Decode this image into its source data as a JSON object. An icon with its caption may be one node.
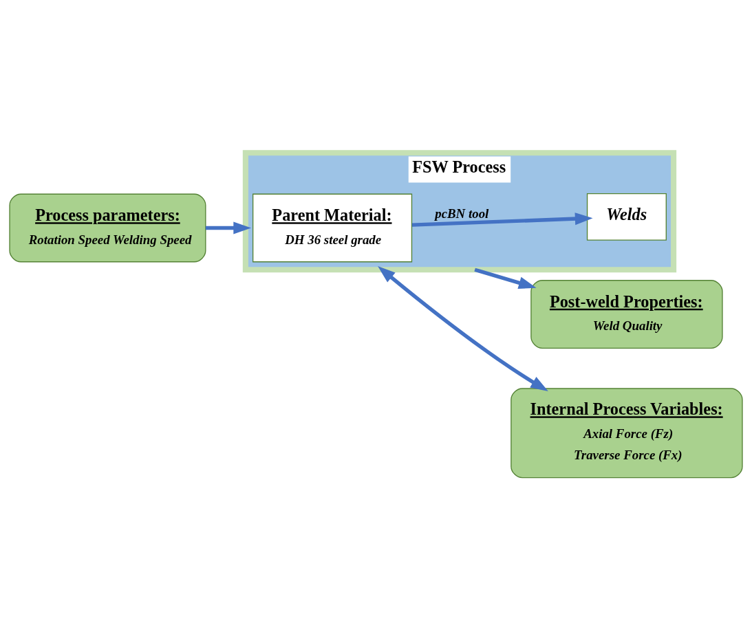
{
  "diagram": {
    "nodes": [
      {
        "text": [
          "Process parameters:",
          "Rotation Speed Welding Speed"
        ]
      },
      {
        "text": [
          "FSW Process"
        ]
      },
      {
        "text": [
          "Parent Material:",
          "DH 36 steel grade"
        ],
        "in": 1
      },
      {
        "text": [
          "Welds"
        ],
        "in": 1
      },
      {
        "text": [
          "Post-weld Properties:",
          "Weld Quality"
        ]
      },
      {
        "text": [
          "Internal Process Variables:",
          "Axial Force (Fz)",
          "Traverse Force (Fx)"
        ]
      }
    ],
    "edges": [
      {
        "from": 0,
        "to": 1,
        "arrow": "to"
      },
      {
        "from": 2,
        "to": 3,
        "arrow": "to",
        "label": "pcBN tool"
      },
      {
        "from": 1,
        "to": 4,
        "arrow": "to"
      },
      {
        "from": 1,
        "to": 5,
        "arrow": "both"
      }
    ]
  }
}
